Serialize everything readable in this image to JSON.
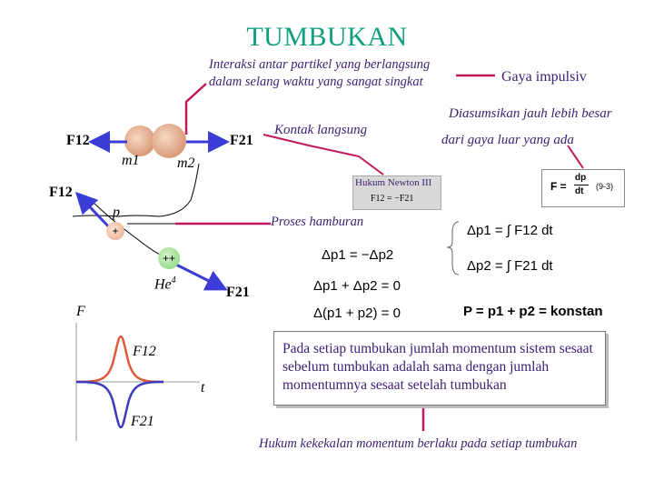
{
  "title": "TUMBUKAN",
  "definition": [
    "Interaksi antar partikel yang berlangsung",
    "dalam selang waktu yang sangat singkat"
  ],
  "impulsive_label": "Gaya impulsiv",
  "assumption": [
    "Diasumsikan jauh lebih besar",
    "dari gaya luar yang ada"
  ],
  "direct_contact": "Kontak langsung",
  "collision": {
    "F12": "F12",
    "F21": "F21",
    "m1": "m1",
    "m2": "m2"
  },
  "newton_third": {
    "label": "Hukum Newton III",
    "equation": "F12 = −F21"
  },
  "force_def": {
    "lhs": "F =",
    "num": "dp",
    "den": "dt",
    "ref": "(9-3)"
  },
  "scattering": {
    "label": "Proses hamburan",
    "F12": "F12",
    "p": "p",
    "p_charge": "+",
    "he_charge": "++",
    "he": "He",
    "he_sup": "4",
    "F21": "F21"
  },
  "equations": {
    "dp1_int": "Δp1 = ∫ F12 dt",
    "dp2_int": "Δp2 = ∫ F21 dt",
    "dp1_neg": "Δp1 = −Δp2",
    "sum_zero": "Δp1 + Δp2 = 0",
    "delta_sum": "Δ(p1 + p2) = 0",
    "momentum": "P = p1 + p2 = konstan"
  },
  "graph": {
    "F": "F",
    "F12": "F12",
    "t": "t",
    "F21": "F21"
  },
  "conclusion": "Pada setiap tumbukan jumlah momentum sistem sesaat sebelum tumbukan adalah sama dengan jumlah momentumnya sesaat setelah tumbukan",
  "footer": "Hukum kekekalan momentum berlaku pada setiap tumbukan",
  "colors": {
    "title": "#0f9f7f",
    "text": "#3a1f72",
    "connector": "#c2185b",
    "arrow": "#3b3bd6",
    "pulse_pos": "#e05a3a",
    "pulse_neg": "#3b3bbd"
  }
}
